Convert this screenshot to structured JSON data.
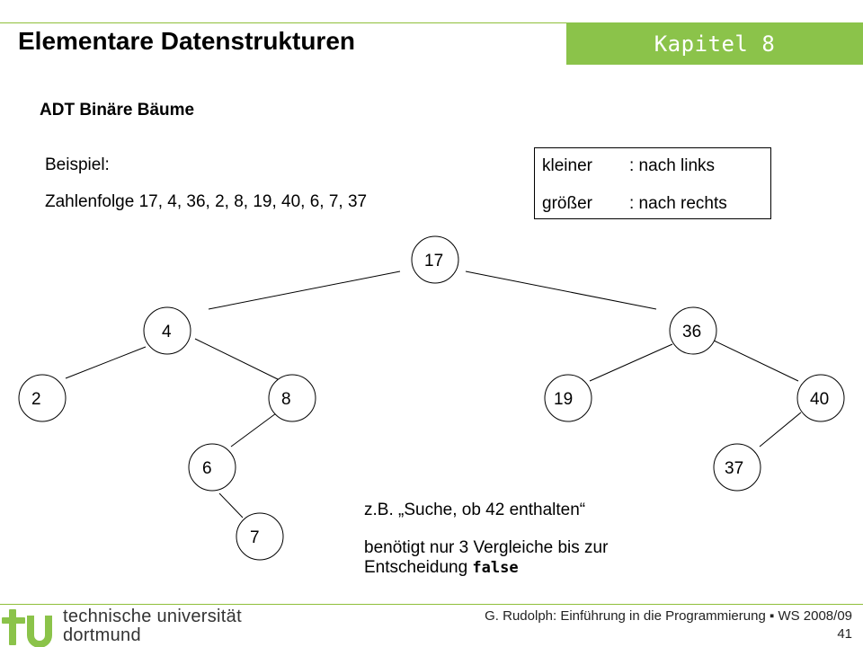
{
  "header": {
    "title": "Elementare Datenstrukturen",
    "chapter": "Kapitel 8",
    "accent_color": "#8bc34a"
  },
  "content": {
    "heading": "ADT Binäre Bäume",
    "example_label": "Beispiel:",
    "sequence": "Zahlenfolge 17, 4, 36, 2, 8, 19, 40, 6, 7, 37",
    "rules": [
      {
        "key": "kleiner",
        "value": ": nach links"
      },
      {
        "key": "größer",
        "value": ": nach rechts"
      }
    ],
    "note_search": "z.B. „Suche, ob 42 enthalten“",
    "note_compare_prefix": "benötigt nur 3 Vergleiche bis zur Entscheidung ",
    "note_compare_code": "false"
  },
  "tree": {
    "nodes": [
      "17",
      "4",
      "36",
      "2",
      "8",
      "19",
      "40",
      "6",
      "37",
      "7"
    ]
  },
  "footer": {
    "university_line1": "technische universität",
    "university_line2": "dortmund",
    "credit": "G. Rudolph: Einführung in die Programmierung ▪ WS 2008/09",
    "page_number": "41",
    "logo_icon": "tu-logo-icon"
  }
}
